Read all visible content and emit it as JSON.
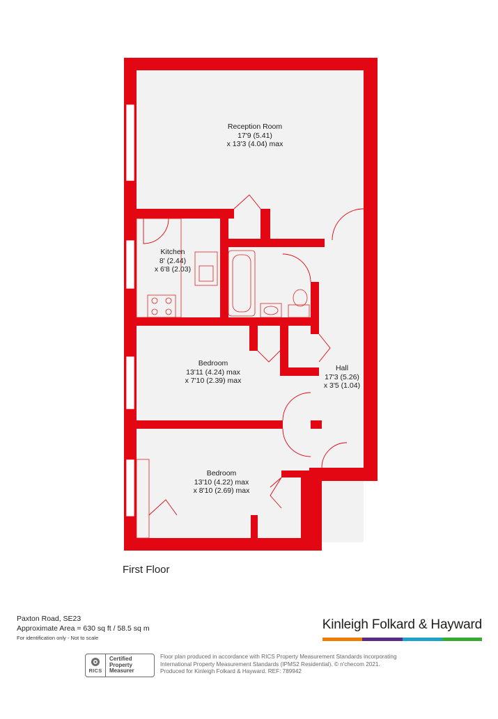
{
  "rooms": {
    "reception": {
      "name": "Reception Room",
      "dim1": "17'9 (5.41)",
      "dim2": "x 13'3 (4.04) max"
    },
    "kitchen": {
      "name": "Kitchen",
      "dim1": "8' (2.44)",
      "dim2": "x 6'8 (2.03)"
    },
    "bedroom1": {
      "name": "Bedroom",
      "dim1": "13'11 (4.24) max",
      "dim2": "x 7'10 (2.39) max"
    },
    "hall": {
      "name": "Hall",
      "dim1": "17'3 (5.26)",
      "dim2": "x 3'5 (1.04)"
    },
    "bedroom2": {
      "name": "Bedroom",
      "dim1": "13'10 (4.22) max",
      "dim2": "x 8'10 (2.69) max"
    }
  },
  "floor_label": "First Floor",
  "address": "Paxton Road, SE23",
  "area": "Approximate Area = 630 sq ft / 58.5 sq m",
  "disclaimer": "For identification only - Not to scale",
  "brand": {
    "name": "Kinleigh Folkard & Hayward",
    "colors": [
      "#f07c00",
      "#5a2d82",
      "#1ea3c8",
      "#3aaa35"
    ]
  },
  "rics": {
    "logo_text": "RICS",
    "line1": "Certified",
    "line2": "Property",
    "line3": "Measurer"
  },
  "footer": {
    "line1": "Floor plan produced in accordance with RICS Property Measurement Standards incorporating",
    "line2": "International Property Measurement Standards (IPMS2 Residential).  © n'checom 2021.",
    "line3": "Produced for Kinleigh Folkard & Hayward.   REF: 789942"
  },
  "colors": {
    "wall": "#e30613",
    "floor": "#f2f2f2",
    "fixture": "#c44"
  }
}
